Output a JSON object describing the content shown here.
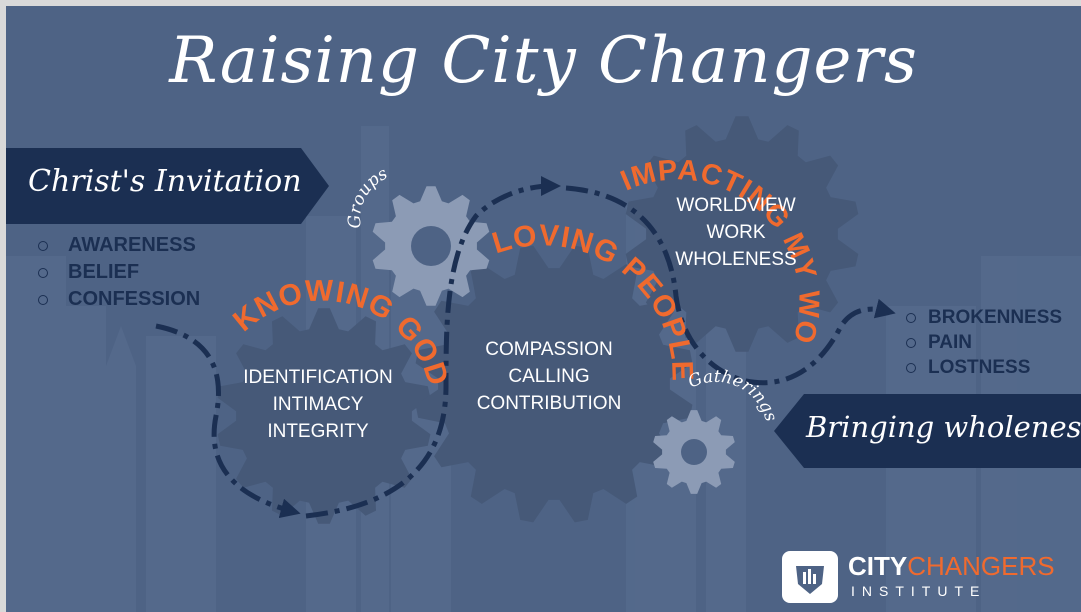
{
  "title": "Raising City Changers",
  "left_banner": {
    "label": "Christ's Invitation",
    "items": [
      "AWARENESS",
      "BELIEF",
      "CONFESSION"
    ]
  },
  "right_banner": {
    "label": "Bringing wholeness",
    "items": [
      "BROKENNESS",
      "PAIN",
      "LOSTNESS"
    ]
  },
  "gears": {
    "knowing_god": {
      "arc_title": "KNOWING GOD",
      "lines": [
        "IDENTIFICATION",
        "INTIMACY",
        "INTEGRITY"
      ]
    },
    "loving_people": {
      "arc_title": "LOVING PEOPLE",
      "lines": [
        "COMPASSION",
        "CALLING",
        "CONTRIBUTION"
      ]
    },
    "impacting_world": {
      "arc_title": "IMPACTING MY WORLD",
      "lines": [
        "WORLDVIEW",
        "WORK",
        "WHOLENESS"
      ]
    },
    "groups_label": "Groups",
    "gatherings_label": "Gatherings"
  },
  "logo": {
    "word1": "CITY",
    "word2": "CHANGERS",
    "subtitle": "INSTITUTE"
  },
  "colors": {
    "background": "#4e6385",
    "navy": "#1b2f52",
    "orange": "#f06a2e",
    "gear_dark": "#465978",
    "gear_light": "#8c9bb5",
    "white": "#ffffff"
  }
}
